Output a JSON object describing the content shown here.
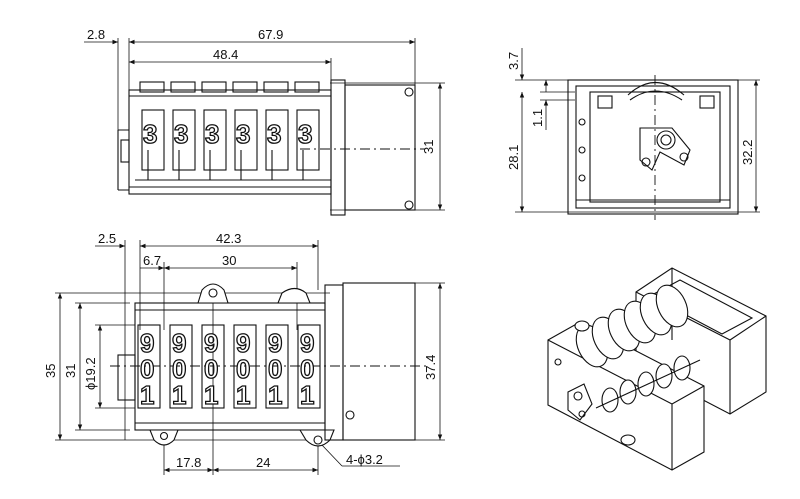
{
  "top_view": {
    "dims": {
      "offset": "2.8",
      "overall_length": "67.9",
      "counter_length": "48.4",
      "height": "31"
    },
    "wheel_digits": [
      "3",
      "3",
      "3",
      "3",
      "3",
      "3"
    ]
  },
  "side_view": {
    "dims": {
      "top_gap": "3.7",
      "small_gap": "1.1",
      "inner_height": "28.1",
      "overall_height": "32.2"
    }
  },
  "front_view": {
    "dims": {
      "offset": "2.5",
      "overall_length": "42.3",
      "first_wheel": "6.7",
      "wheel_span": "30",
      "total_height": "35",
      "body_height": "31",
      "wheel_diameter": "ϕ19.2",
      "depth": "37.4",
      "hole_x1": "17.8",
      "hole_spacing": "24",
      "holes": "4-ϕ3.2"
    },
    "wheel_digits_top": [
      "9",
      "9",
      "9",
      "9",
      "9",
      "9"
    ],
    "wheel_digits_mid": [
      "0",
      "0",
      "0",
      "0",
      "0",
      "0"
    ],
    "wheel_digits_bot": [
      "1",
      "1",
      "1",
      "1",
      "1",
      "1"
    ]
  },
  "colors": {
    "line": "#111111",
    "background": "#ffffff"
  }
}
